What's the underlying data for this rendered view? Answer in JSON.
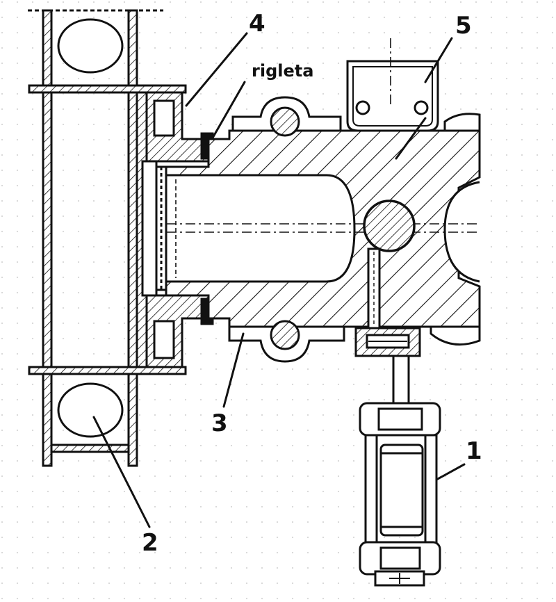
{
  "labels": {
    "part1": "1",
    "part2": "2",
    "part3": "3",
    "part4": "4",
    "part5": "5",
    "rigleta": "rigleta"
  },
  "colors": {
    "ink": "#111111",
    "paper": "#ffffff",
    "dots": "#d9d9d9"
  }
}
